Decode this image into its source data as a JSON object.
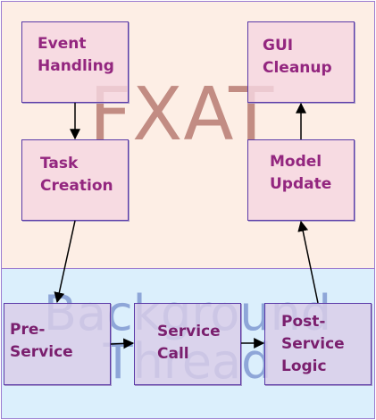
{
  "watermarks": {
    "top": "FXAT",
    "bottom_line1": "Background",
    "bottom_line2": "Thread"
  },
  "nodes": {
    "event_handling": {
      "line1": "Event",
      "line2": "Handling"
    },
    "task_creation": {
      "line1": "Task",
      "line2": "Creation"
    },
    "gui_cleanup": {
      "line1": "GUI",
      "line2": "Cleanup"
    },
    "model_update": {
      "line1": "Model",
      "line2": "Update"
    },
    "pre_service": {
      "line1": "Pre-",
      "line2": "Service"
    },
    "service_call": {
      "line1": "Service",
      "line2": "Call"
    },
    "post_service_logic": {
      "line1": "Post-",
      "line2": "Service",
      "line3": "Logic"
    }
  },
  "edges": [
    {
      "from": "event_handling",
      "to": "task_creation"
    },
    {
      "from": "task_creation",
      "to": "pre_service"
    },
    {
      "from": "pre_service",
      "to": "service_call"
    },
    {
      "from": "service_call",
      "to": "post_service_logic"
    },
    {
      "from": "post_service_logic",
      "to": "model_update"
    },
    {
      "from": "model_update",
      "to": "gui_cleanup"
    }
  ],
  "colors": {
    "top_region": "#fdeee5",
    "bottom_region": "#dbeffc",
    "box_border": "#5a3aa8",
    "label_text": "#93267f",
    "watermark_top": "#c28c83",
    "watermark_bottom": "#8ea6d8",
    "arrow": "#000000"
  }
}
